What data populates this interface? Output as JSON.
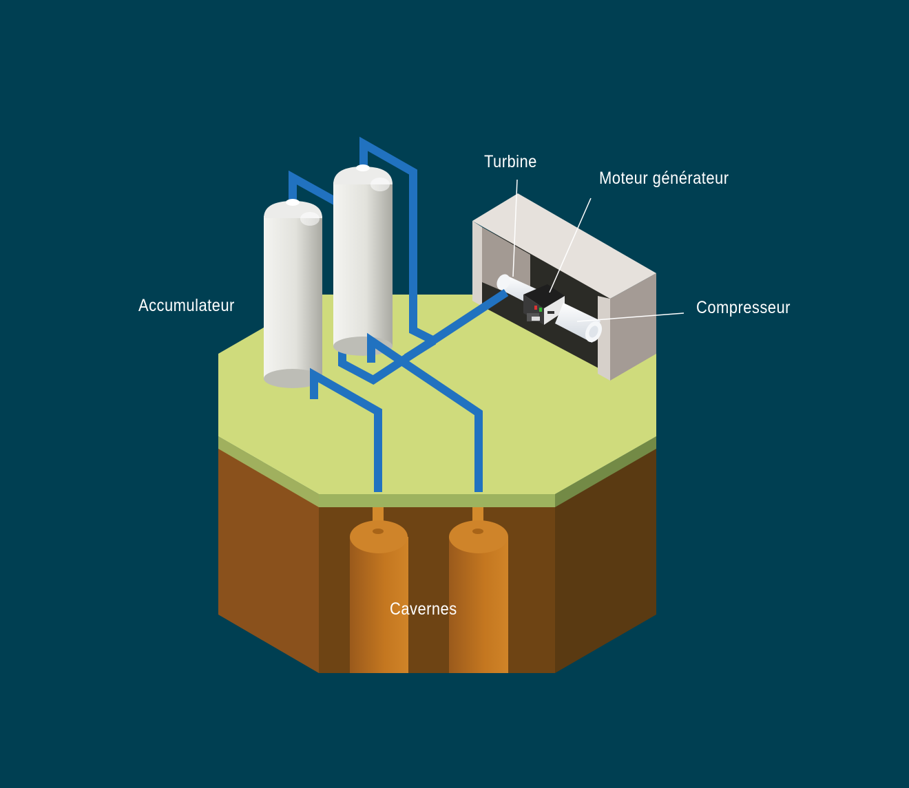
{
  "labels": {
    "accumulator": "Accumulateur",
    "turbine": "Turbine",
    "motor_generator": "Moteur générateur",
    "compressor": "Compresseur",
    "caverns": "Cavernes"
  },
  "colors": {
    "background": "#003f52",
    "ground_top": "#cfdb7c",
    "ground_edge": "#7a8c4a",
    "soil_left": "#8a511c",
    "soil_front": "#6e4414",
    "soil_right": "#5a3a12",
    "cavern": "#c87a22",
    "pipe": "#2172c0",
    "tank": "#e6e6e0",
    "building": "#e2ddd8",
    "label_text": "#ffffff",
    "leader_line": "#ffffff"
  },
  "icons": {
    "tank": "cylinder-tank-icon",
    "cavern": "underground-cavern-icon",
    "building": "machine-hall-icon",
    "turbine": "turbine-cylinder-icon",
    "motor": "motor-generator-icon",
    "compressor": "compressor-cylinder-icon"
  }
}
